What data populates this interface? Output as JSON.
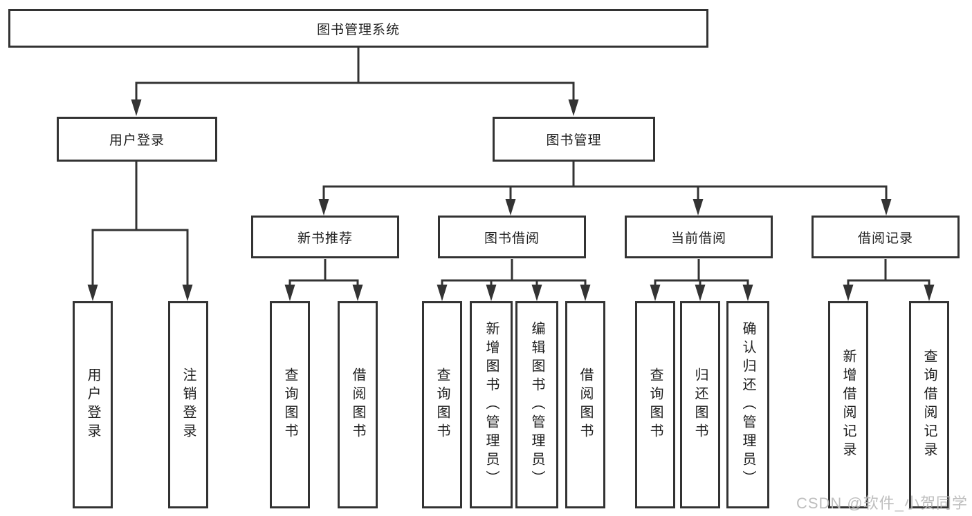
{
  "page": {
    "background": "#ffffff",
    "line_color": "#333333",
    "text_color": "#1f1f1f",
    "watermark_color": "#b9b9b9"
  },
  "watermark": "CSDN @软件_小贺同学",
  "tree": {
    "root": {
      "label": "图书管理系统"
    },
    "children": [
      {
        "label": "用户登录",
        "children": [
          "用户登录",
          "注销登录"
        ]
      },
      {
        "label": "图书管理",
        "children": [
          {
            "label": "新书推荐",
            "children": [
              "查询图书",
              "借阅图书"
            ]
          },
          {
            "label": "图书借阅",
            "children": [
              "查询图书",
              "新增图书（管理员）",
              "编辑图书（管理员）",
              "借阅图书"
            ]
          },
          {
            "label": "当前借阅",
            "children": [
              "查询图书",
              "归还图书",
              "确认归还（管理员）"
            ]
          },
          {
            "label": "借阅记录",
            "children": [
              "新增借阅记录",
              "查询借阅记录"
            ]
          }
        ]
      }
    ]
  }
}
